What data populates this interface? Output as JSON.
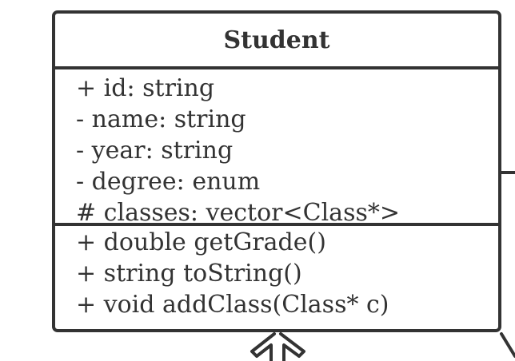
{
  "colors": {
    "stroke": "#333333",
    "text": "#333333",
    "background": "#ffffff"
  },
  "class_box": {
    "name": "Student",
    "attributes": [
      "+ id: string",
      "- name: string",
      "- year: string",
      "- degree: enum",
      "# classes: vector<Class*>"
    ],
    "operations": [
      "+ double getGrade()",
      "+ string toString()",
      "+ void addClass(Class* c)"
    ]
  },
  "connectors": [
    {
      "kind": "inheritance-arrow",
      "target": "class_box"
    },
    {
      "kind": "inheritance-arrow",
      "target": "class_box"
    },
    {
      "kind": "association-line",
      "target": "class_box"
    },
    {
      "kind": "association-line",
      "target": "class_box"
    }
  ]
}
